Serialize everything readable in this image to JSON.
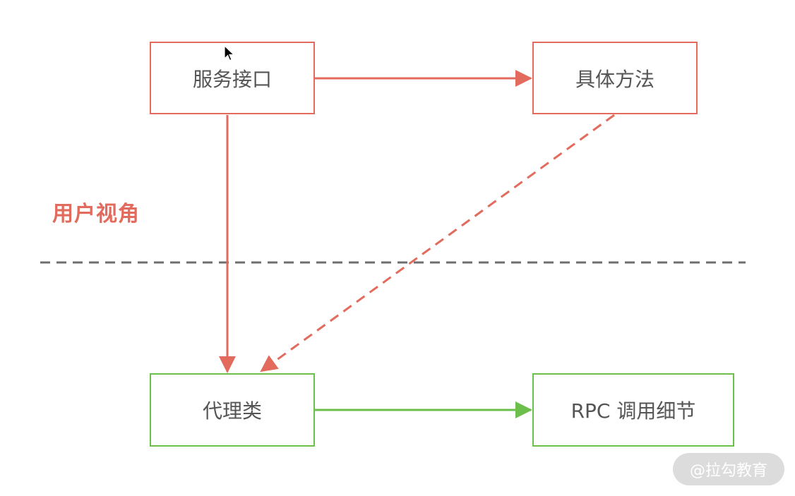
{
  "diagram": {
    "boxes": {
      "service_interface": "服务接口",
      "specific_method": "具体方法",
      "proxy_class": "代理类",
      "rpc_details": "RPC 调用细节"
    },
    "region_label": "用户视角",
    "watermark": "@拉勾教育"
  },
  "colors": {
    "user_side": "#e36b5d",
    "framework_side": "#6cbf4b",
    "divider": "#6e6e6e",
    "box_text": "#555555"
  },
  "icons": {
    "cursor": "mouse-pointer-icon"
  }
}
